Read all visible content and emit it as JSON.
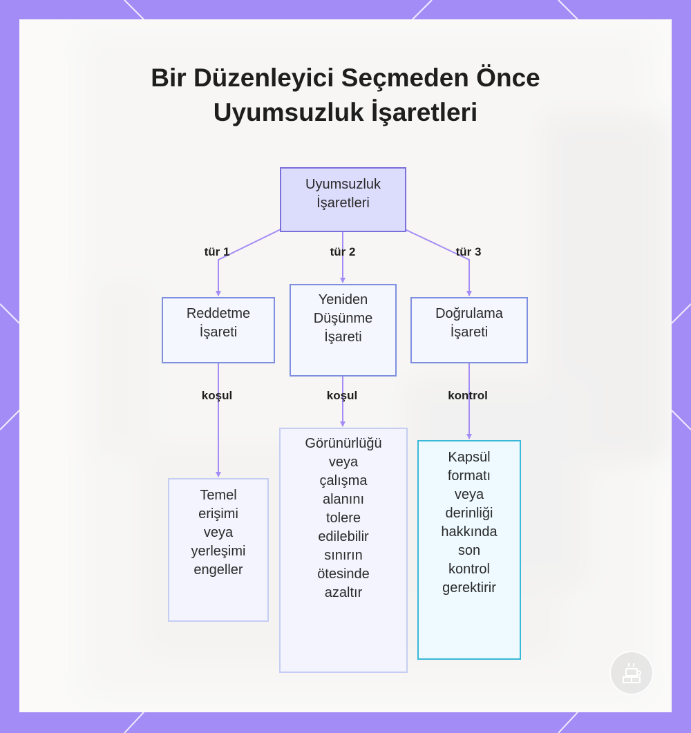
{
  "title": {
    "line1": "Bir Düzenleyici Seçmeden Önce",
    "line2": "Uyumsuzluk İşaretleri"
  },
  "nodes": {
    "root": "Uyumsuzluk\nİşaretleri",
    "reject": "Reddetme\nİşareti",
    "rethink": "Yeniden\nDüşünme\nİşareti",
    "verify": "Doğrulama\nİşareti",
    "reject_detail": "Temel\nerişimi\nveya\nyerleşimi\nengeller",
    "rethink_detail": "Görünürlüğü\nveya\nçalışma\nalanını\ntolere\nedilebilir\nsınırın\nötesinde\nazaltır",
    "verify_detail": "Kapsül\nformatı\nveya\nderinliği\nhakkında\nson\nkontrol\ngerektirir"
  },
  "edges": {
    "type1": "tür 1",
    "type2": "tür 2",
    "type3": "tür 3",
    "condition1": "koşul",
    "condition2": "koşul",
    "check": "kontrol"
  },
  "colors": {
    "frame": "#a48cf6",
    "connector": "#a48cf6",
    "node_border": "#7f8fe0",
    "root_fill": "#dcdcfc",
    "accent_border": "#39b8d8"
  },
  "icons": {
    "watermark": "coffee-capsule-icon"
  }
}
